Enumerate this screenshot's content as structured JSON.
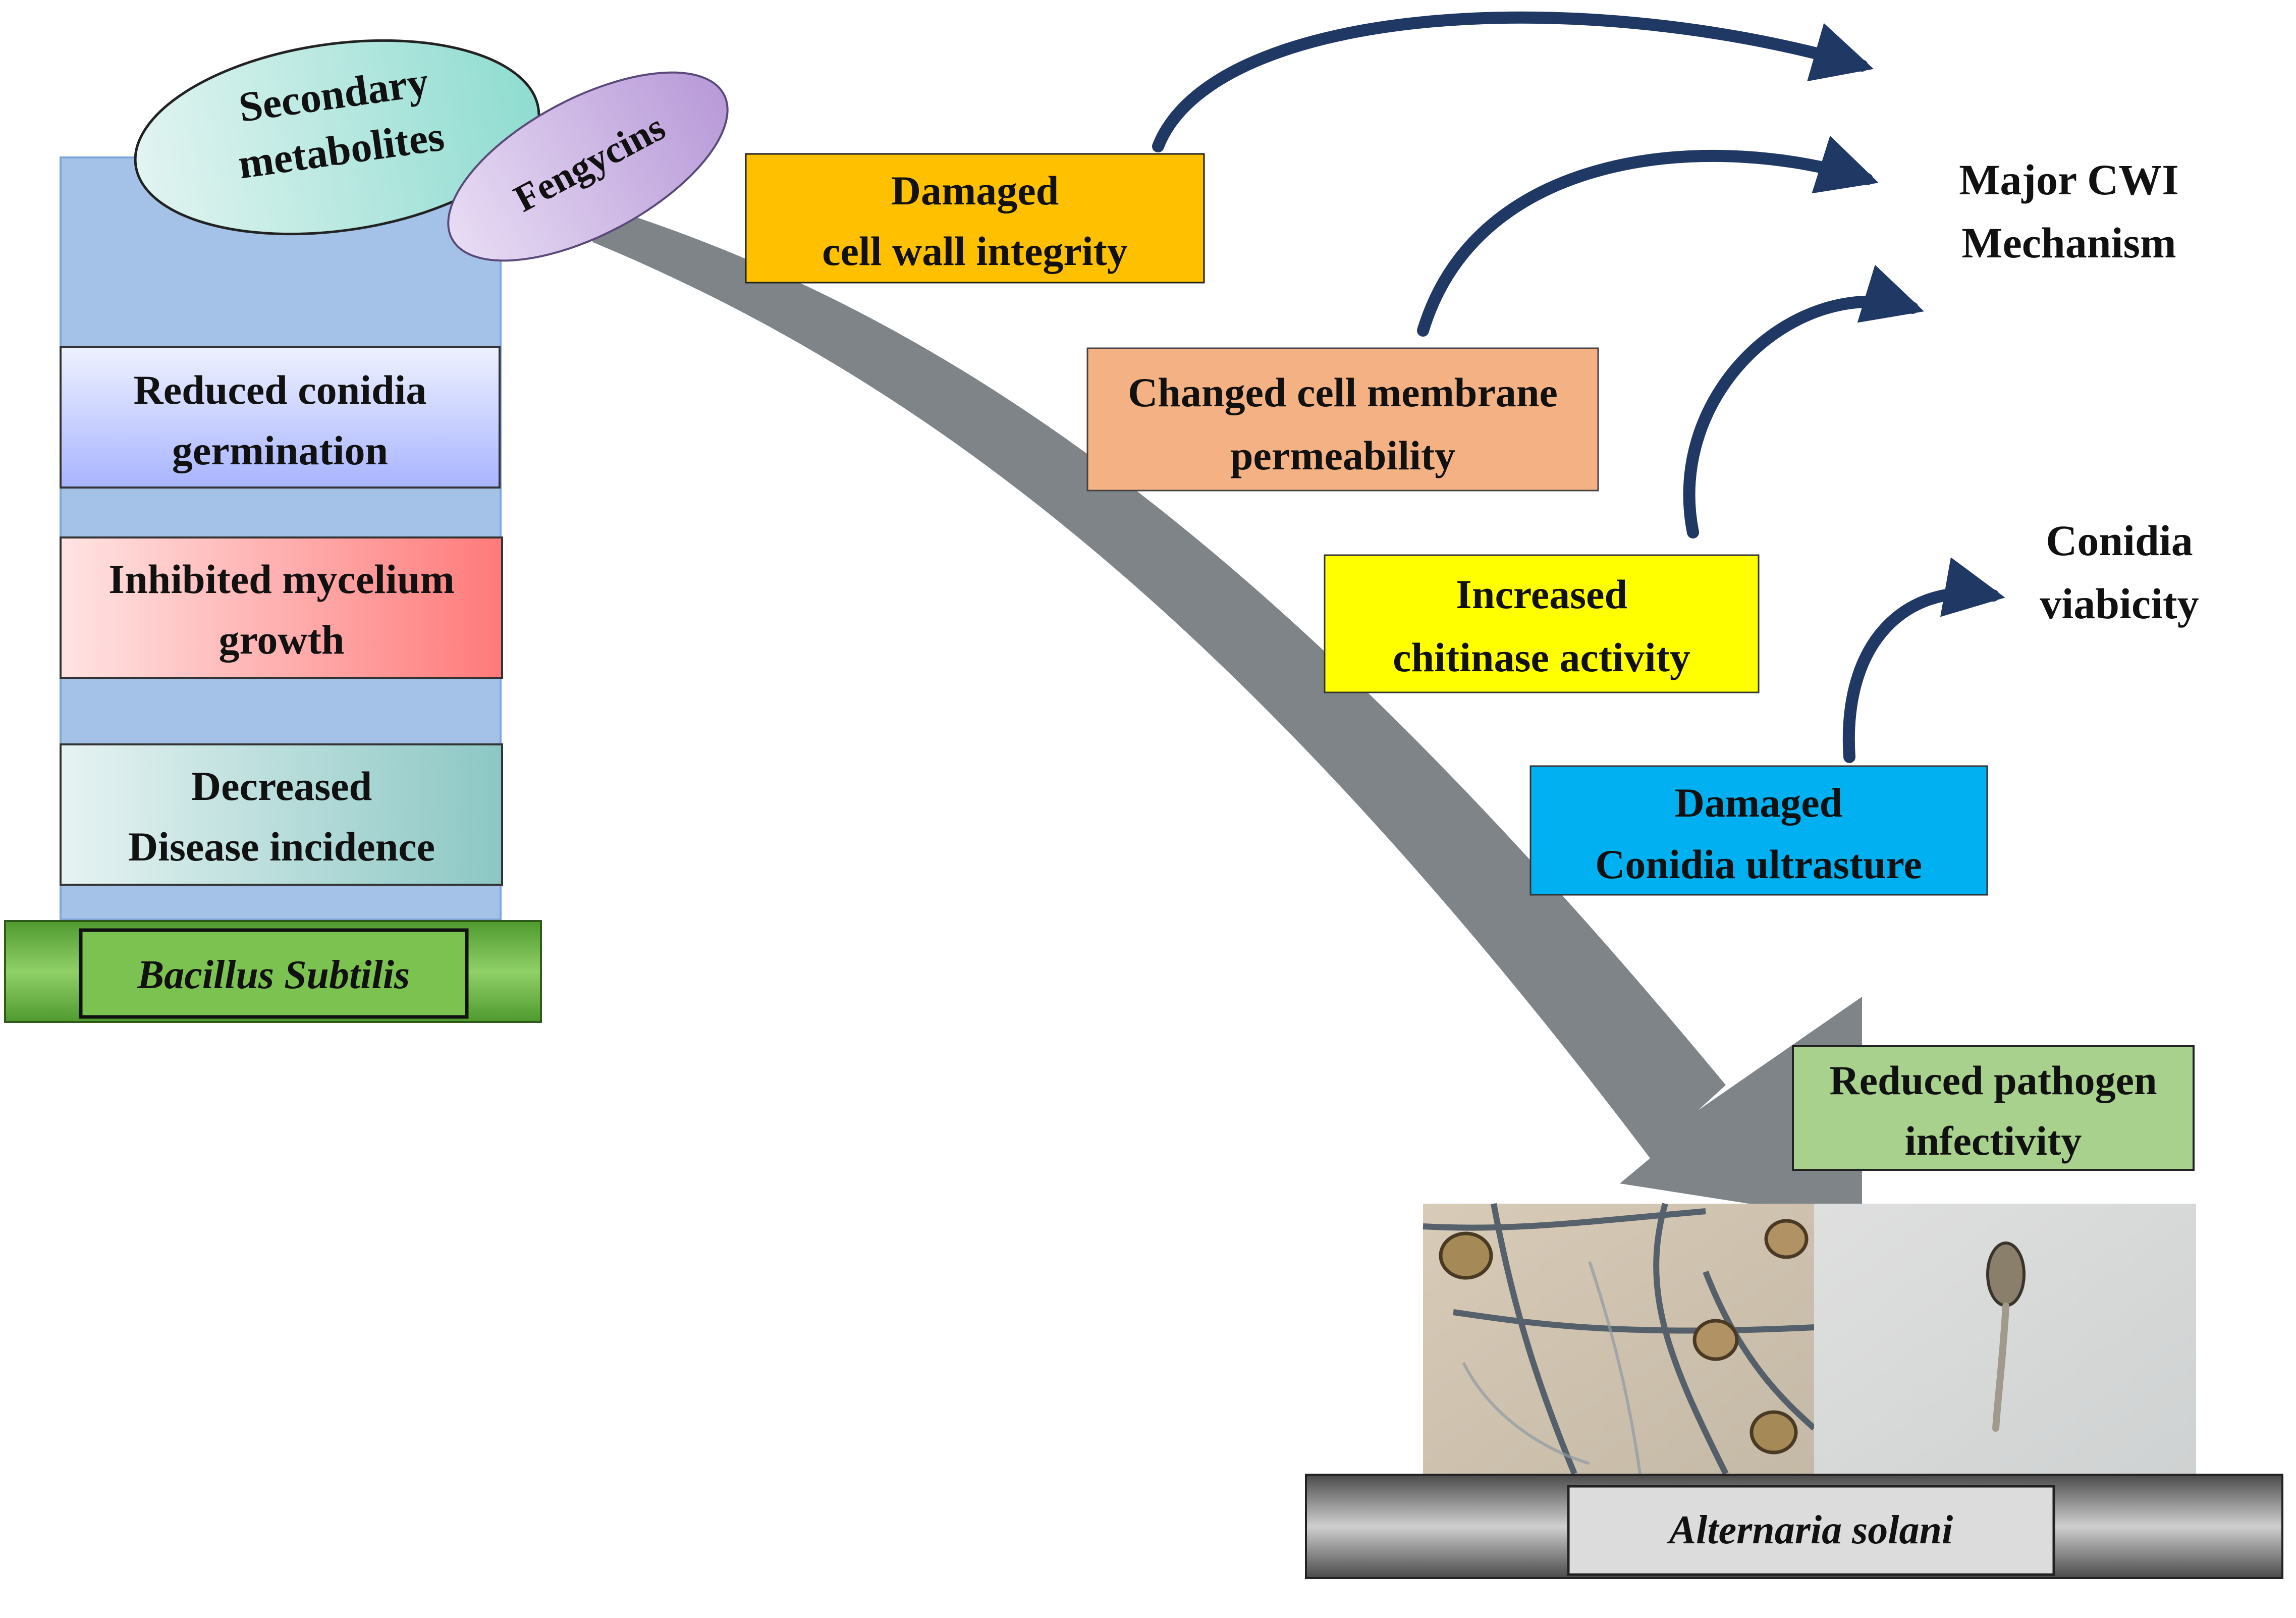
{
  "bacillus": {
    "secondary_metabolites": [
      "Secondary",
      "metabolites"
    ],
    "fengycins": "Fengycins",
    "effects": [
      [
        "Reduced conidia",
        "germination"
      ],
      [
        "Inhibited mycelium",
        "growth"
      ],
      [
        "Decreased",
        "Disease incidence"
      ]
    ],
    "organism": "Bacillus Subtilis"
  },
  "mechanisms": [
    {
      "lines": [
        "Damaged",
        "cell wall integrity"
      ],
      "color": "#ffc000"
    },
    {
      "lines": [
        "Changed cell membrane",
        "permeability"
      ],
      "color": "#f4b183"
    },
    {
      "lines": [
        "Increased",
        "chitinase activity"
      ],
      "color": "#ffff00"
    },
    {
      "lines": [
        "Damaged",
        "Conidia ultrasture"
      ],
      "color": "#00b0f0"
    }
  ],
  "outcomes": {
    "cwi": [
      "Major CWI",
      "Mechanism"
    ],
    "conidia": [
      "Conidia",
      "viabicity"
    ]
  },
  "result": [
    "Reduced pathogen",
    "infectivity"
  ],
  "pathogen": {
    "organism": "Alternaria solani"
  }
}
